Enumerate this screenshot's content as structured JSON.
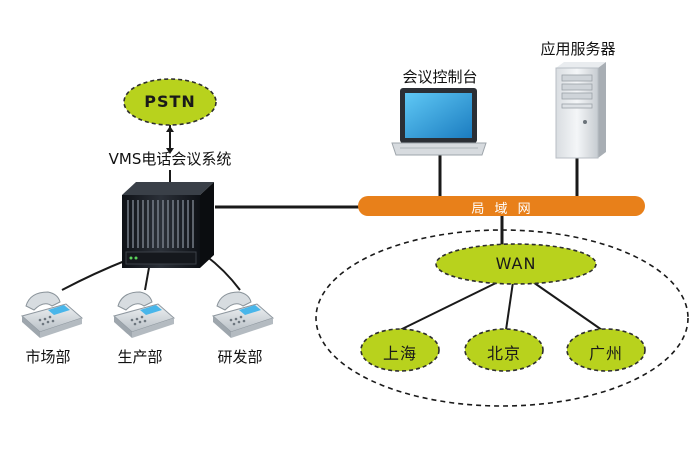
{
  "pstn": "PSTN",
  "vms_system": "VMS电话会议系统",
  "console": "会议控制台",
  "app_server": "应用服务器",
  "lan": "局 域 网",
  "wan": "WAN",
  "departments": [
    "市场部",
    "生产部",
    "研发部"
  ],
  "cities": [
    "上海",
    "北京",
    "广州"
  ],
  "colors": {
    "oval_fill": "#b8d21d",
    "oval_stroke": "#2e2e2e",
    "lan_bar": "#e8801a",
    "line": "#1a1a1a",
    "device_dark": "#1c2026",
    "screen_blue": "#2aa6e6"
  },
  "icons": {
    "switch": "vms-chassis-icon",
    "laptop": "laptop-icon",
    "server": "tower-server-icon",
    "phone": "desk-phone-icon"
  }
}
